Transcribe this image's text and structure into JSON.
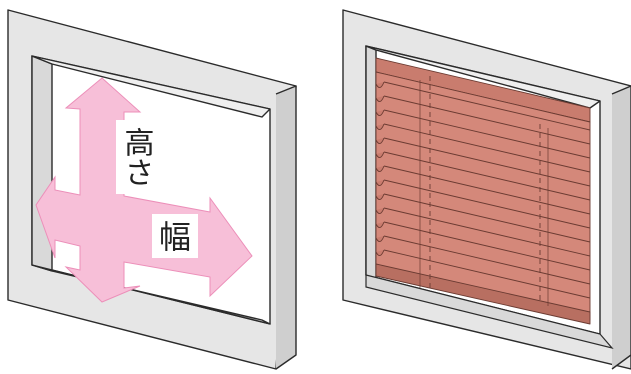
{
  "labels": {
    "height": "高さ",
    "width": "幅"
  },
  "colors": {
    "frame_front": "#e6e6e6",
    "frame_side": "#cfcfcf",
    "outline": "#2b2b2b",
    "arrow": "#f7bfd8",
    "slat": "#d4887a",
    "slat_dark": "#b86f61"
  },
  "icons": [
    "frame-measure-diagram",
    "blind-installed-diagram"
  ]
}
